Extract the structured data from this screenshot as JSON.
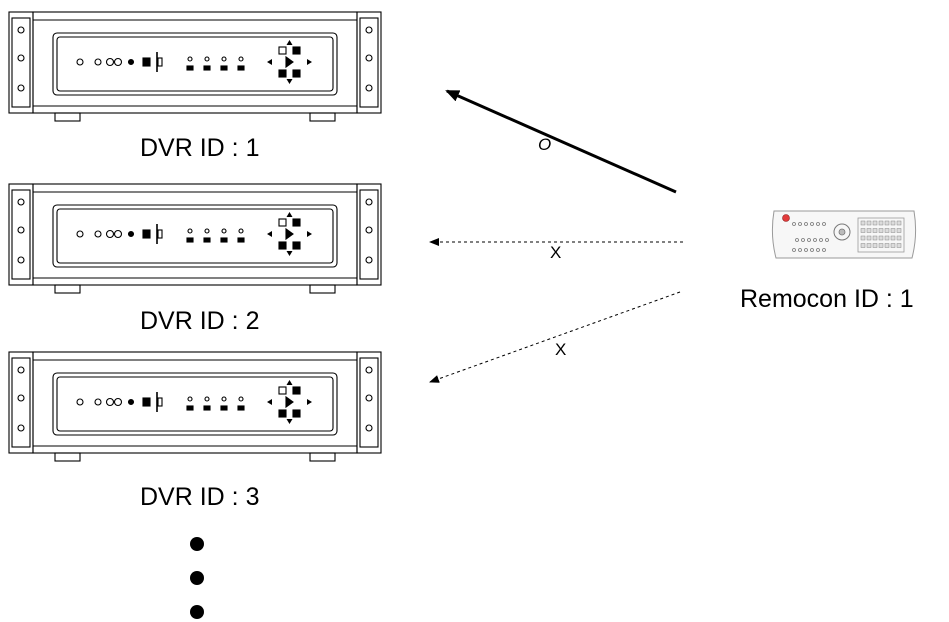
{
  "dvr_units": [
    {
      "label": "DVR ID : 1"
    },
    {
      "label": "DVR ID : 2"
    },
    {
      "label": "DVR ID : 3"
    }
  ],
  "remote": {
    "label": "Remocon ID : 1",
    "icon": "remote-control-icon",
    "accent": "#e23b3b"
  },
  "signals": [
    {
      "target": "DVR ID : 1",
      "mark": "O",
      "style": "solid"
    },
    {
      "target": "DVR ID : 2",
      "mark": "X",
      "style": "dashed"
    },
    {
      "target": "DVR ID : 3",
      "mark": "X",
      "style": "dashed"
    }
  ],
  "continuation": "ellipsis-dots"
}
